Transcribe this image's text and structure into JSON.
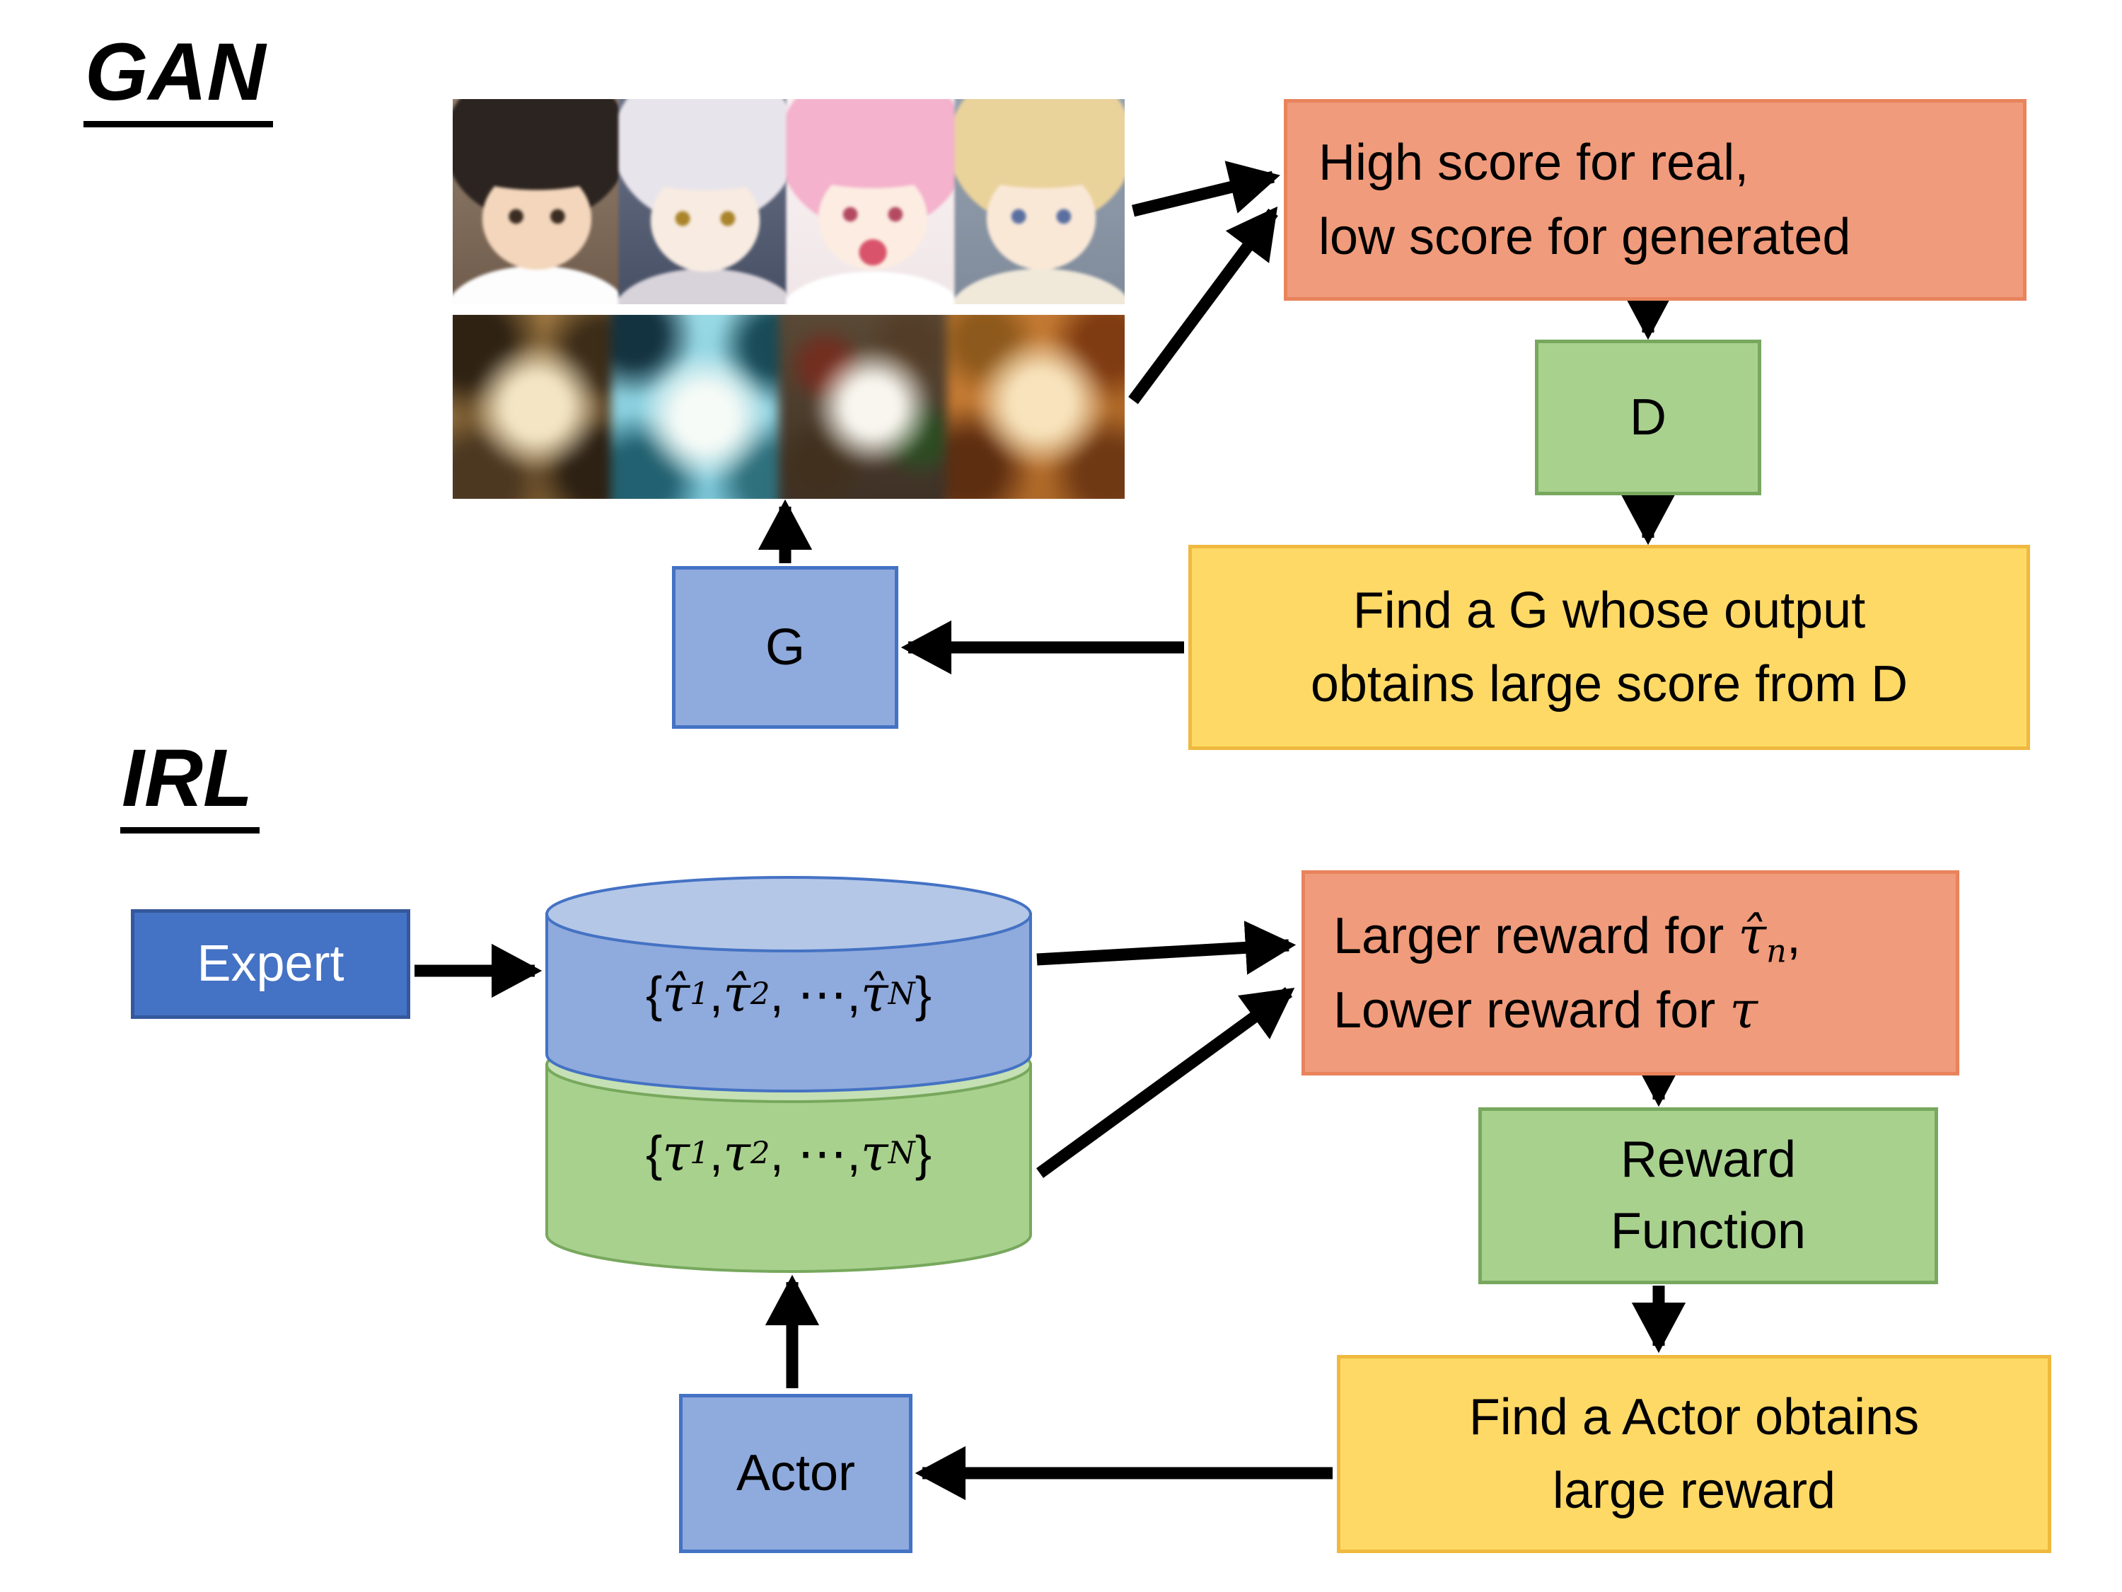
{
  "palette": {
    "background": "#FFFFFF",
    "text": "#000000",
    "arrow": "#000000",
    "orange_fill": "#F09B7B",
    "orange_border": "#E8835C",
    "yellow_fill": "#FFD966",
    "yellow_border": "#EFB93F",
    "green_fill": "#A9D18E",
    "green_border": "#77A85D",
    "blue_fill": "#8FAADC",
    "blue_border": "#4472C4",
    "expert_fill": "#4472C4",
    "expert_border": "#35589C",
    "expert_text": "#FFFFFF",
    "cylinder_blue_lid": "#B4C7E7",
    "cylinder_green_lid": "#C5E0B4"
  },
  "gan": {
    "title": "GAN",
    "discriminator_note": {
      "line1": "High score for real,",
      "line2": "low score for generated"
    },
    "d_label": "D",
    "generator_note": {
      "line1": "Find a G whose output",
      "line2": "obtains large score from D"
    },
    "g_label": "G",
    "images": {
      "real": [
        "anime-face-black-hair",
        "anime-face-silver-hair-glasses",
        "anime-face-pink-hair",
        "anime-face-blonde-hair"
      ],
      "generated": [
        "generated-noise-brown",
        "generated-noise-cyan",
        "generated-noise-dark",
        "generated-noise-orange"
      ]
    }
  },
  "irl": {
    "title": "IRL",
    "expert_label": "Expert",
    "expert_trajectory_set": [
      {
        "t": "{"
      },
      {
        "t": "τ̂",
        "m": true
      },
      {
        "sub": "1"
      },
      {
        "t": ", "
      },
      {
        "t": "τ̂",
        "m": true
      },
      {
        "sub": "2"
      },
      {
        "t": ", ⋯, "
      },
      {
        "t": "τ̂",
        "m": true
      },
      {
        "sub": "N"
      },
      {
        "t": "}"
      }
    ],
    "actor_trajectory_set": [
      {
        "t": "{"
      },
      {
        "t": "τ",
        "m": true
      },
      {
        "sub": "1"
      },
      {
        "t": ", "
      },
      {
        "t": "τ",
        "m": true
      },
      {
        "sub": "2"
      },
      {
        "t": ", ⋯, "
      },
      {
        "t": "τ",
        "m": true
      },
      {
        "sub": "N"
      },
      {
        "t": "}"
      }
    ],
    "reward_note_line1": [
      {
        "t": "Larger reward for "
      },
      {
        "t": "τ̂",
        "m": true
      },
      {
        "sub": "n"
      },
      {
        "t": ","
      }
    ],
    "reward_note_line2": [
      {
        "t": "Lower reward for "
      },
      {
        "t": "τ",
        "m": true
      }
    ],
    "reward_function_label": {
      "line1": "Reward",
      "line2": "Function"
    },
    "actor_note": {
      "line1": "Find a Actor obtains",
      "line2": "large reward"
    },
    "actor_label": "Actor"
  }
}
